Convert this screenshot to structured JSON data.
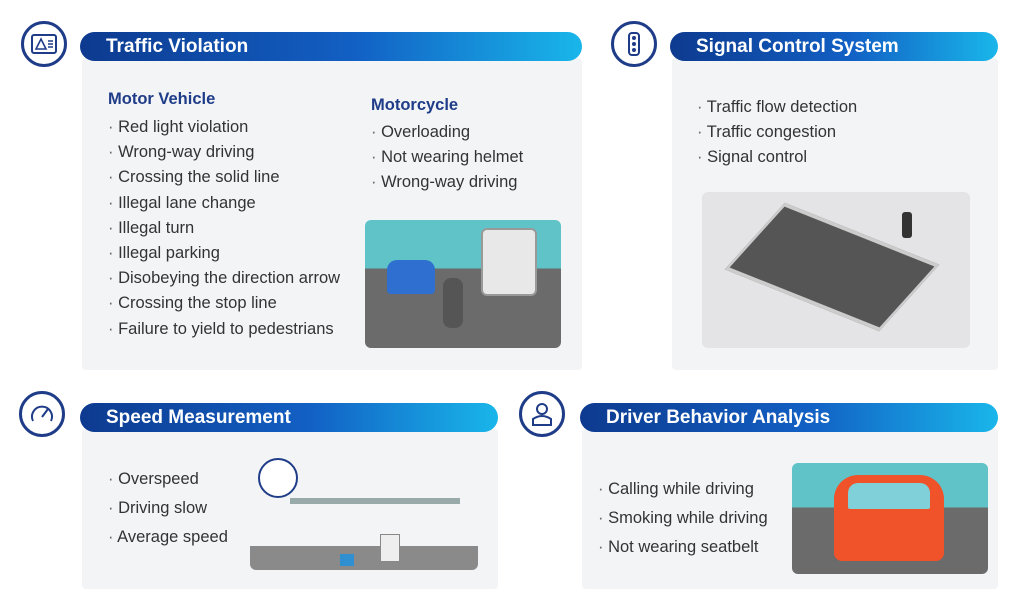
{
  "traffic_violation": {
    "title": "Traffic Violation",
    "icon": "warning-card-icon",
    "motor_vehicle": {
      "heading": "Motor Vehicle",
      "items": [
        "Red light violation",
        "Wrong-way driving",
        "Crossing the solid line",
        "Illegal lane change",
        "Illegal turn",
        "Illegal parking",
        "Disobeying the direction arrow",
        "Crossing the stop line",
        "Failure to yield to pedestrians"
      ]
    },
    "motorcycle": {
      "heading": "Motorcycle",
      "items": [
        "Overloading",
        "Not wearing helmet",
        "Wrong-way driving"
      ]
    }
  },
  "signal_control": {
    "title": "Signal Control System",
    "icon": "traffic-light-icon",
    "items": [
      "Traffic flow detection",
      "Traffic congestion",
      "Signal control"
    ]
  },
  "speed_measurement": {
    "title": "Speed Measurement",
    "icon": "speedometer-icon",
    "items": [
      "Overspeed",
      "Driving slow",
      "Average speed"
    ]
  },
  "driver_behavior": {
    "title": "Driver Behavior Analysis",
    "icon": "driver-icon",
    "items": [
      "Calling while driving",
      "Smoking while driving",
      "Not wearing seatbelt"
    ]
  },
  "colors": {
    "brand": "#1f3c88",
    "gradient_end": "#19b6ea",
    "panel": "#f3f4f6"
  }
}
